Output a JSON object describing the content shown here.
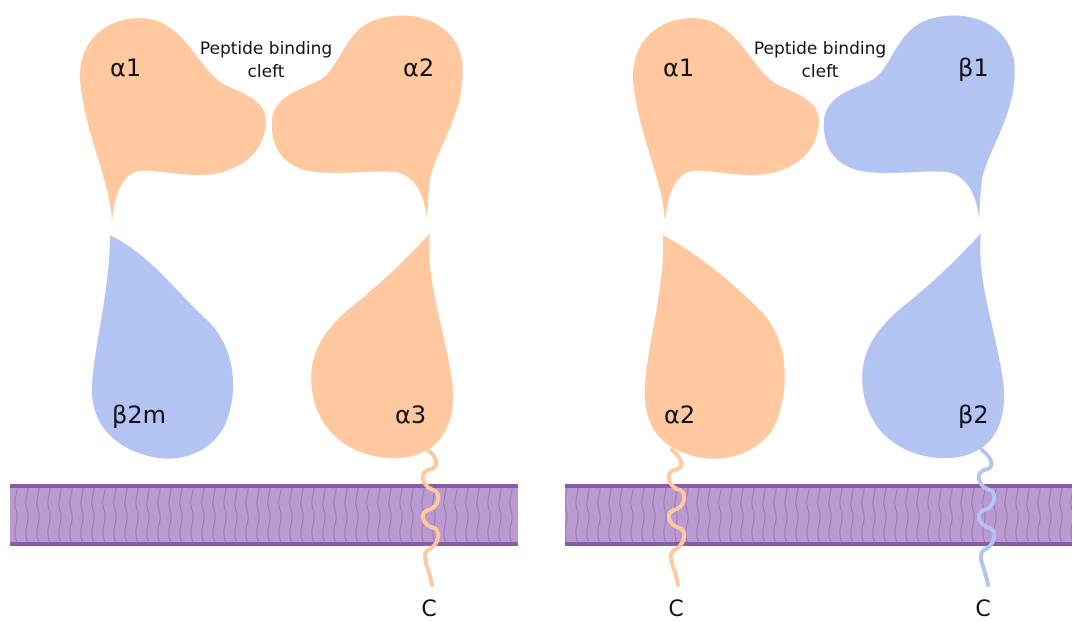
{
  "colors": {
    "alpha_domain": "#FFC89F",
    "beta_domain": "#B3C3F2",
    "membrane_fill": "#B99BD0",
    "membrane_edge": "#8A5CA8",
    "membrane_wave": "#9B7BB8"
  },
  "mhc_class_1": {
    "cleft_line1": "Peptide binding",
    "cleft_line2": "cleft",
    "alpha1": "α1",
    "alpha2": "α2",
    "beta2m": "β2m",
    "alpha3": "α3",
    "c_terminus": "C"
  },
  "mhc_class_2": {
    "cleft_line1": "Peptide binding",
    "cleft_line2": "cleft",
    "alpha1": "α1",
    "beta1": "β1",
    "alpha2": "α2",
    "beta2": "β2",
    "c_terminus_alpha": "C",
    "c_terminus_beta": "C"
  }
}
